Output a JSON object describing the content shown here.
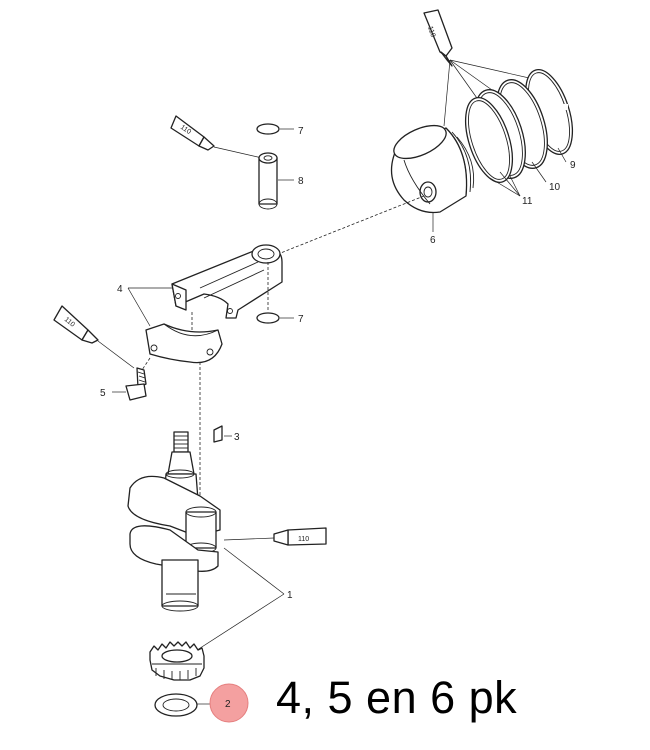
{
  "labels": {
    "p1": "1",
    "p2": "2",
    "p3": "3",
    "p4": "4",
    "p5": "5",
    "p6": "6",
    "p7a": "7",
    "p7b": "7",
    "p8": "8",
    "p9": "9",
    "p10": "10",
    "p11": "11"
  },
  "lubricant": {
    "code": "110"
  },
  "highlight_color": "#f4a0a0",
  "caption": "4, 5 en 6 pk"
}
